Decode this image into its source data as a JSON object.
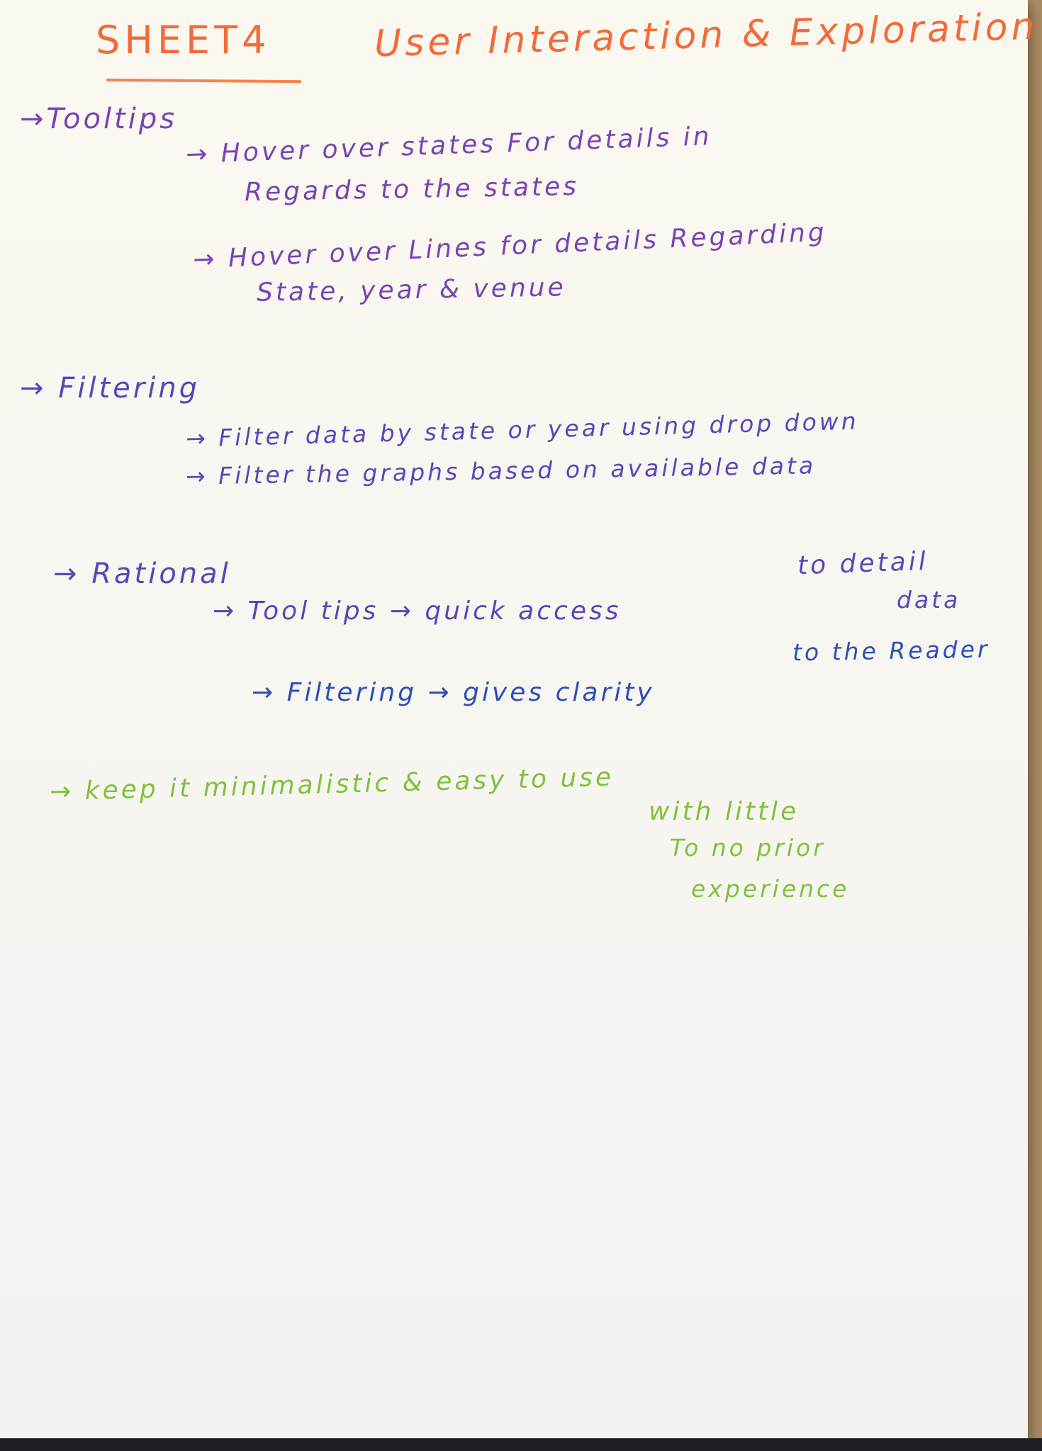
{
  "title": {
    "sheet": "SHEET4",
    "heading": "User Interaction & Exploration"
  },
  "tooltips": {
    "heading": "→Tooltips",
    "line1": "→ Hover over states For details in",
    "line2": "Regards to the states",
    "line3": "→ Hover over Lines for details Regarding",
    "line4": "State, year & venue"
  },
  "filtering": {
    "heading": "→ Filtering",
    "line1": "→ Filter data by state or year using drop down",
    "line2": "→ Filter the graphs based on available data"
  },
  "rational": {
    "heading": "→ Rational",
    "line1a": "→ Tool tips → quick access",
    "line1b": "to detail",
    "line1c": "data",
    "line2a": "→ Filtering → gives clarity",
    "line2b": "to the Reader"
  },
  "keep": {
    "line1": "→ keep it minimalistic & easy to use",
    "line2": "with little",
    "line3": "To no prior",
    "line4": "experience"
  }
}
